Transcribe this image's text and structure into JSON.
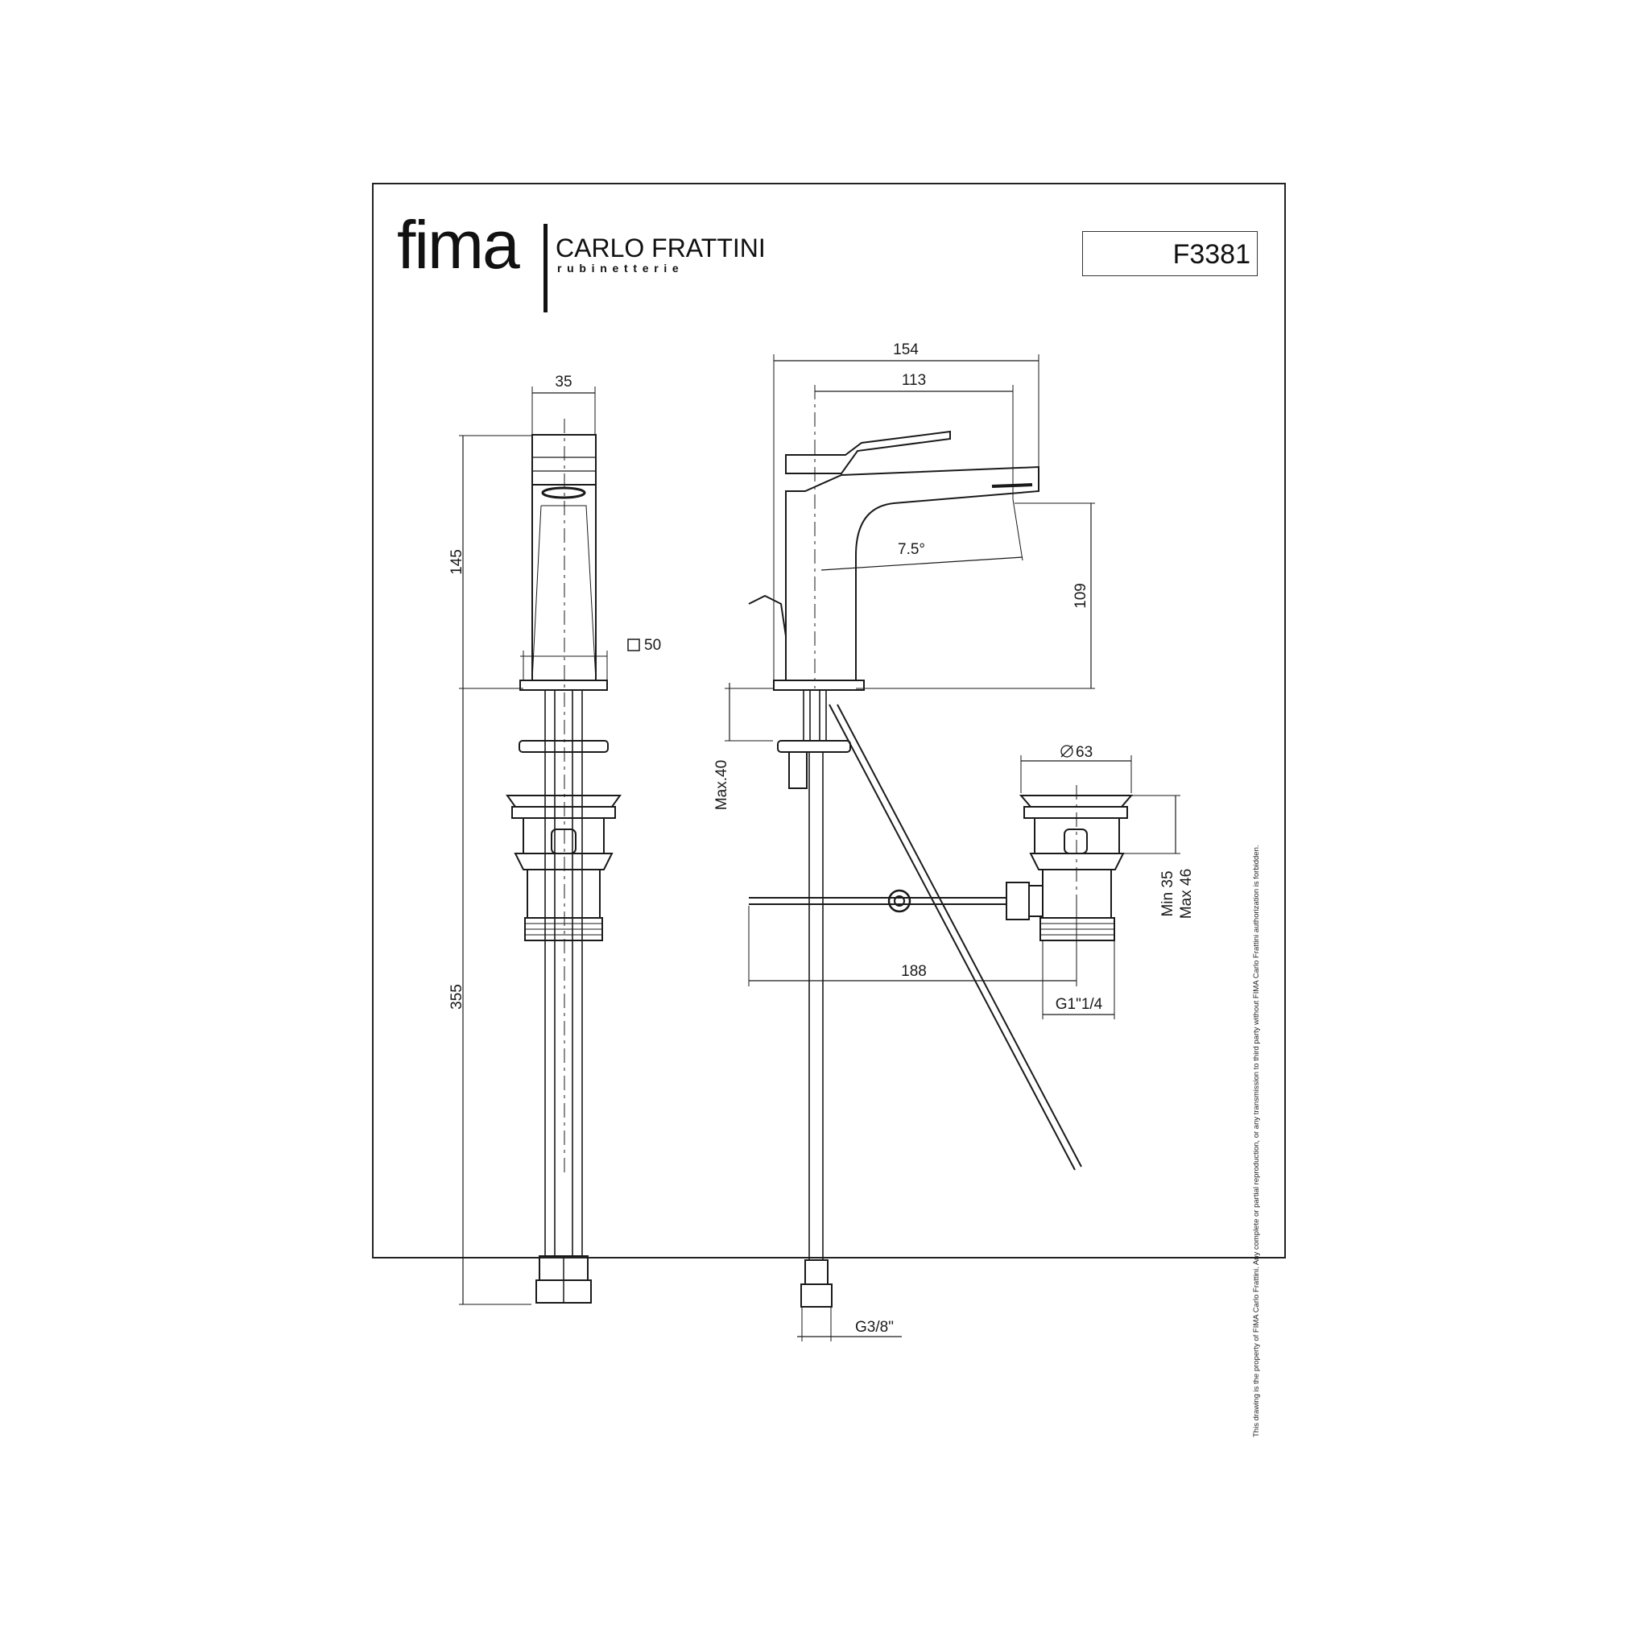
{
  "header": {
    "brand": "fima",
    "brand_name": "CARLO FRATTINI",
    "brand_sub": "rubinetterie",
    "product_code": "F3381"
  },
  "dimensions": {
    "width_front": "35",
    "height_body": "145",
    "base_square": "50",
    "tail_length": "355",
    "overall_length": "154",
    "spout_length": "113",
    "spout_angle": "7.5°",
    "spout_height": "109",
    "deck_thickness": "Max.40",
    "waste_diameter": "63",
    "rod_length": "188",
    "waste_thread": "G1\"1/4",
    "waste_range_min": "Min 35",
    "waste_range_max": "Max 46",
    "hose_thread": "G3/8\""
  },
  "disclaimer": "This drawing is the property of FIMA Carlo Frattini. Any complete or partial reproduction, or any transmission to third party without FIMA Carlo Frattini authorization is forbidden."
}
